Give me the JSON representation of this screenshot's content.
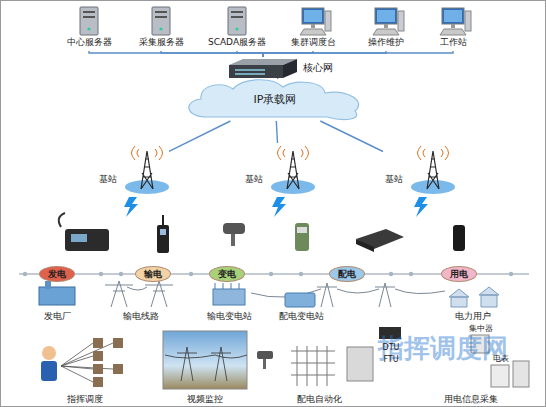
{
  "diagram": {
    "nodes": [
      {
        "text": [
          "中心服务器"
        ]
      },
      {
        "text": [
          "采集服务器"
        ]
      },
      {
        "text": [
          "SCADA服务器"
        ]
      },
      {
        "text": [
          "集群调度台"
        ]
      },
      {
        "text": [
          "操作维护"
        ]
      },
      {
        "text": [
          "工作站"
        ]
      },
      {
        "text": [
          "核心网"
        ]
      },
      {
        "text": [
          "IP承载网"
        ]
      },
      {
        "text": [
          "基站"
        ]
      },
      {
        "text": [
          "基站"
        ]
      },
      {
        "text": [
          "基站"
        ]
      },
      {
        "text": [
          "发电"
        ]
      },
      {
        "text": [
          "输电"
        ]
      },
      {
        "text": [
          "变电"
        ]
      },
      {
        "text": [
          "配电"
        ]
      },
      {
        "text": [
          "用电"
        ]
      }
    ],
    "edges": [
      {
        "from": 0,
        "to": 6,
        "arrow": "none"
      },
      {
        "from": 1,
        "to": 6,
        "arrow": "none"
      },
      {
        "from": 2,
        "to": 6,
        "arrow": "none"
      },
      {
        "from": 3,
        "to": 6,
        "arrow": "none"
      },
      {
        "from": 4,
        "to": 6,
        "arrow": "none"
      },
      {
        "from": 5,
        "to": 6,
        "arrow": "none"
      },
      {
        "from": 6,
        "to": 7,
        "arrow": "none"
      },
      {
        "from": 7,
        "to": 8,
        "arrow": "none"
      },
      {
        "from": 7,
        "to": 9,
        "arrow": "none"
      },
      {
        "from": 7,
        "to": 10,
        "arrow": "none"
      },
      {
        "from": 11,
        "to": 12,
        "arrow": "none"
      },
      {
        "from": 12,
        "to": 13,
        "arrow": "none"
      },
      {
        "from": 13,
        "to": 14,
        "arrow": "none"
      },
      {
        "from": 14,
        "to": 15,
        "arrow": "none"
      }
    ],
    "labels": [
      "发电厂",
      "输电线路",
      "输电变电站",
      "配电变电站",
      "电力用户",
      "指挥调度",
      "视频监控",
      "配电自动化",
      "用电信息采集",
      "DTU",
      "FTU",
      "集中器",
      "电表",
      "指挥调度网"
    ]
  }
}
